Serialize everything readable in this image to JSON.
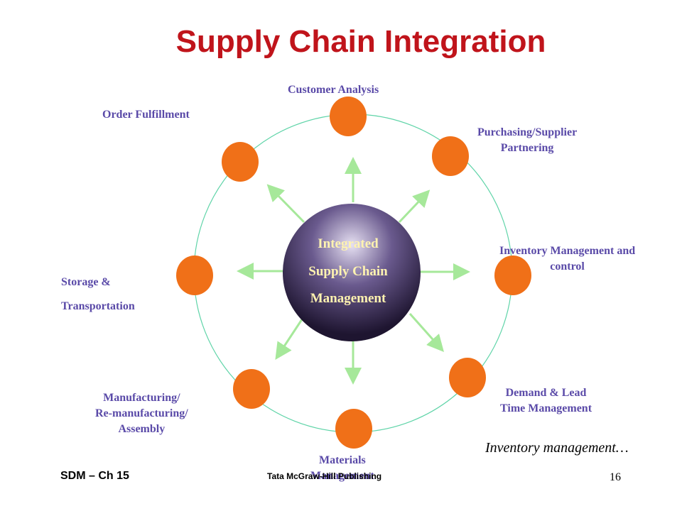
{
  "title": "Supply Chain Integration",
  "center": {
    "line1": "Integrated",
    "line2": "Supply Chain",
    "line3": "Management"
  },
  "nodes": [
    {
      "label": "Customer Analysis"
    },
    {
      "label": "Purchasing/Supplier\nPartnering"
    },
    {
      "label": "Inventory Management  and\ncontrol"
    },
    {
      "label": "Demand & Lead\nTime Management"
    },
    {
      "label": "Materials\nManagement"
    },
    {
      "label": "Manufacturing/\nRe-manufacturing/\nAssembly"
    },
    {
      "label": "Storage &\nTransportation"
    },
    {
      "label": "Order Fulfillment"
    }
  ],
  "note": "Inventory management…",
  "footer": {
    "left": "SDM – Ch 15",
    "center": "Tata McGraw-Hill Publishing",
    "page_number": "16"
  },
  "colors": {
    "title": "#c0141b",
    "node_fill": "#f07018",
    "ring": "#5fd4a8",
    "arrow": "#a6e89a",
    "label": "#5a4aa8",
    "center_text": "#fff3b0"
  }
}
